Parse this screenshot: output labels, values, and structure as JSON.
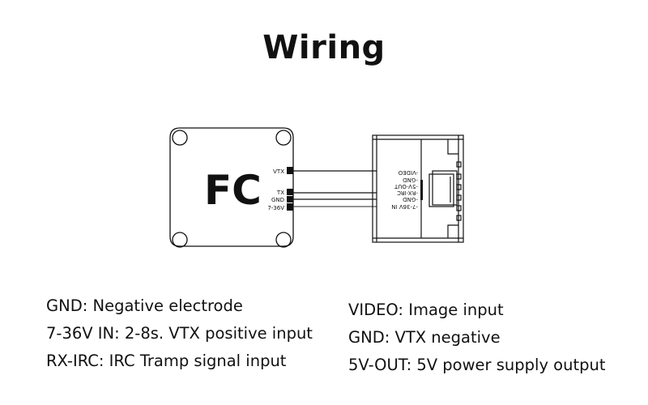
{
  "title": "Wiring",
  "fc": {
    "label": "FC",
    "pins": [
      "VTX",
      "TX",
      "GND",
      "7-36V"
    ]
  },
  "vtx": {
    "pins": [
      "-VIDEO",
      "-GND",
      "-5V-OUT",
      "-RX-IRC",
      "-GND",
      "-7-36V IN"
    ],
    "orientation": "upside-down"
  },
  "legend_left": [
    "GND: Negative electrode",
    "7-36V IN: 2-8s. VTX positive input",
    "RX-IRC: IRC Tramp signal input"
  ],
  "legend_right": [
    "VIDEO: Image input",
    "GND: VTX negative",
    "5V-OUT: 5V power supply output"
  ],
  "colors": {
    "line": "#111111",
    "background": "#ffffff"
  }
}
